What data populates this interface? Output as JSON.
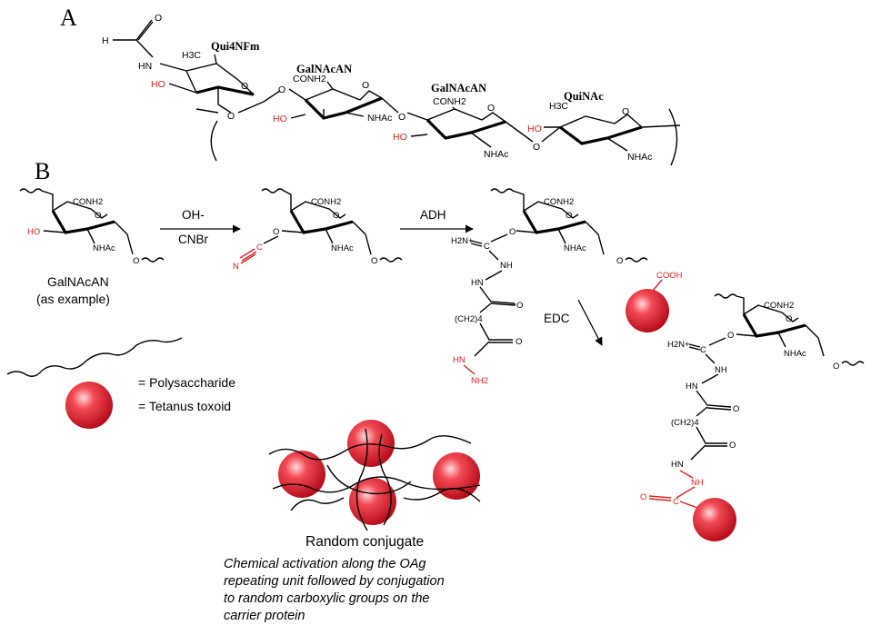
{
  "panels": {
    "a": "A",
    "b": "B"
  },
  "colors": {
    "hydroxyl": "#e02020",
    "protein": "#e8192c",
    "bond": "#000000"
  },
  "panel_a": {
    "units": [
      "Qui4NFm",
      "GalNAcAN",
      "GalNAcAN",
      "QuiNAc"
    ],
    "formyl_h": "H",
    "formyl_o": "O",
    "hn": "HN",
    "h3c": "H3C",
    "conh2": "CONH2",
    "ho": "HO",
    "nhac": "NHAc",
    "o": "O"
  },
  "panel_b": {
    "example_unit": "GalNAcAN",
    "example_note": "(as example)",
    "step1_top": "OH-",
    "step1_bottom": "CNBr",
    "step2": "ADH",
    "step3": "EDC",
    "cyanate_n": "N",
    "cyanate_c": "C",
    "iminium": "H2N+",
    "imine_c": "C",
    "nh": "NH",
    "hn": "HN",
    "nh2": "NH2",
    "spacer": "(CH2)4",
    "cooh": "COOH",
    "carbonyl_o": "O",
    "carbonyl_c": "C"
  },
  "legend": {
    "polysaccharide": "= Polysaccharide",
    "toxoid": "= Tetanus toxoid"
  },
  "conjugate": {
    "title": "Random conjugate",
    "caption_lines": [
      "Chemical activation along the OAg",
      "repeating unit followed by conjugation",
      "to random carboxylic groups on the",
      "carrier protein"
    ]
  }
}
